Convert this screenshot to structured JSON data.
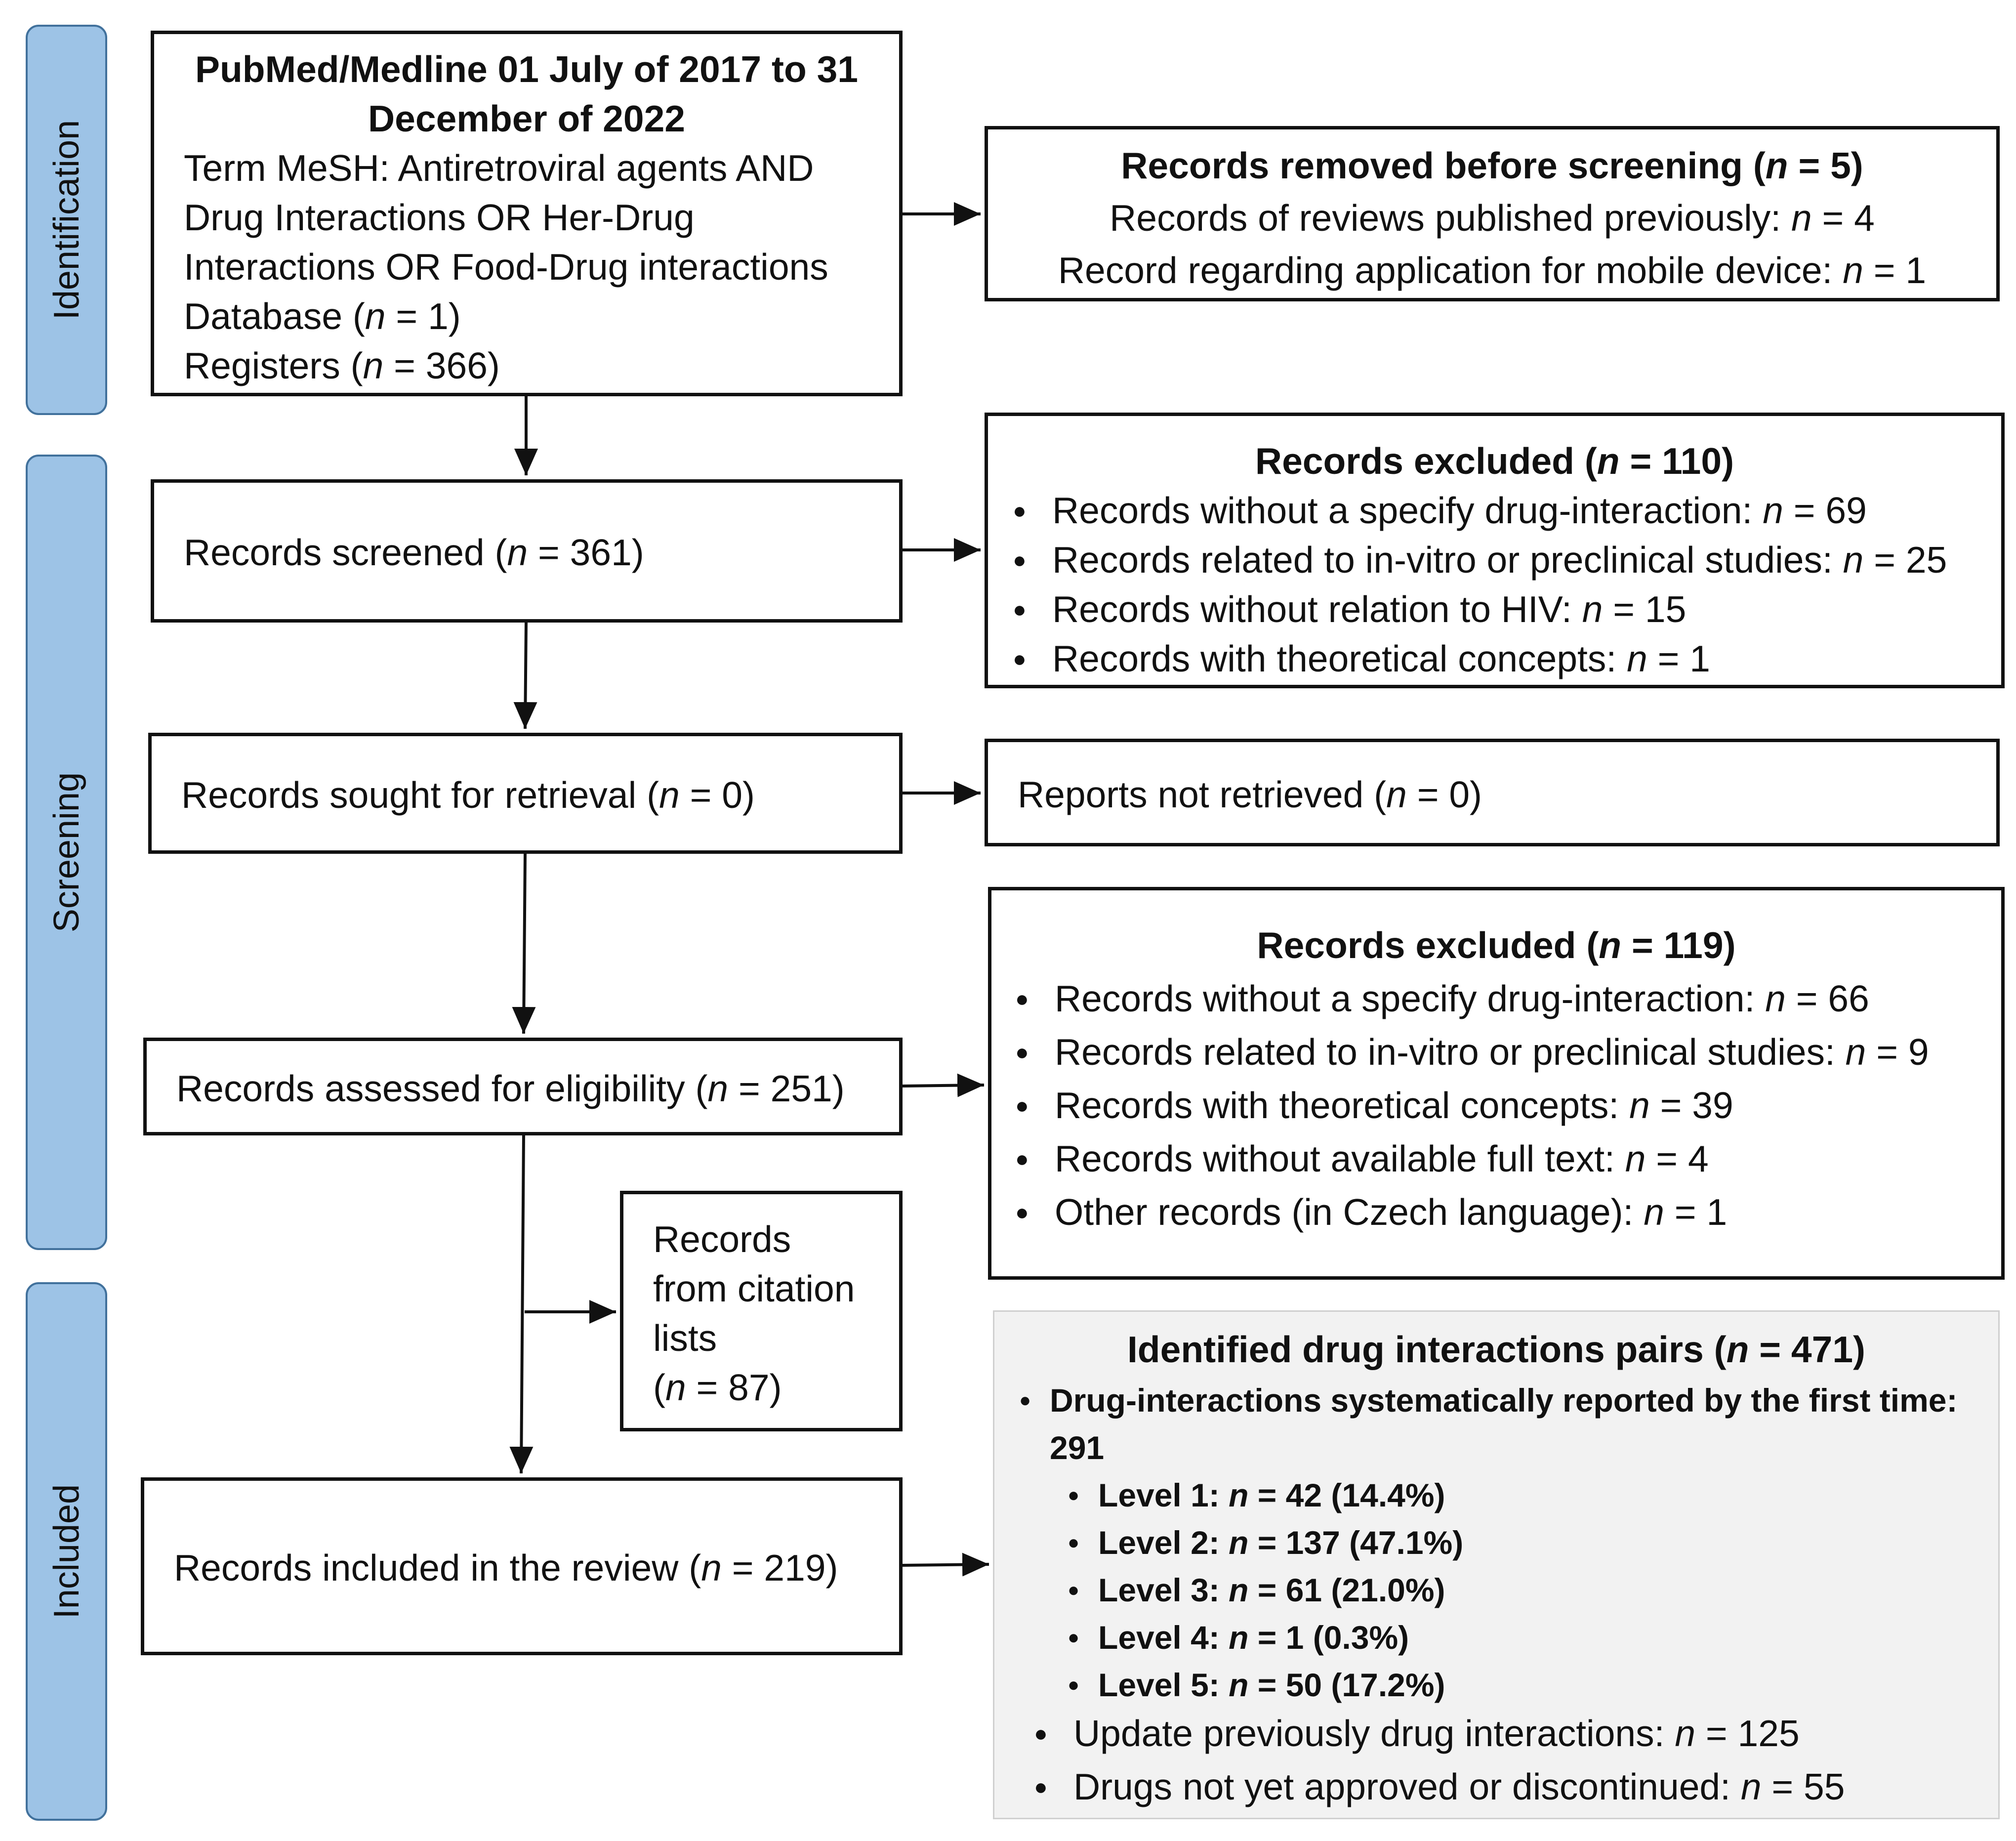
{
  "phases": {
    "identification": "Identification",
    "screening": "Screening",
    "included": "Included"
  },
  "identification_box": {
    "title_line1": "PubMed/Medline 01 July of 2017 to 31",
    "title_line2": "December of 2022",
    "line1": "Term MeSH: Antiretroviral agents AND",
    "line2": "Drug Interactions OR Her-Drug",
    "line3": "Interactions OR Food-Drug interactions",
    "database": "Database (n = 1)",
    "registers": "Registers (n = 366)"
  },
  "removed_box": {
    "title": "Records removed before screening (n = 5)",
    "line1": "Records of reviews published previously: n = 4",
    "line2": "Record regarding application for mobile device: n = 1"
  },
  "screened_box": {
    "text": "Records screened (n = 361)"
  },
  "excluded_box_1": {
    "title": "Records excluded (n = 110)",
    "items": [
      "Records without a specify drug-interaction: n = 69",
      "Records related to in-vitro or preclinical studies: n = 25",
      "Records without relation to HIV: n = 15",
      "Records with theoretical concepts: n = 1"
    ]
  },
  "sought_box": {
    "text": "Records sought for retrieval (n = 0)"
  },
  "not_retrieved_box": {
    "text": "Reports not retrieved (n = 0)"
  },
  "eligibility_box": {
    "text": "Records assessed for eligibility (n = 251)"
  },
  "excluded_box_2": {
    "title": "Records excluded (n = 119)",
    "items": [
      "Records without a specify drug-interaction: n = 66",
      "Records related to in-vitro or preclinical studies: n = 9",
      "Records with theoretical concepts: n = 39",
      "Records without available full text: n = 4",
      "Other records (in Czech language): n = 1"
    ]
  },
  "citation_box": {
    "line1": "Records",
    "line2": "from citation",
    "line3": "lists",
    "line4": "(n = 87)"
  },
  "included_box": {
    "text": "Records included in the review (n = 219)"
  },
  "pairs_box": {
    "title": "Identified drug interactions pairs (n = 471)",
    "first_time_line1": "Drug-interactions systematically reported by the first time:",
    "first_time_line2": "291",
    "levels": [
      "Level 1: n = 42 (14.4%)",
      "Level 2: n = 137 (47.1%)",
      "Level 3: n = 61 (21.0%)",
      "Level 4: n = 1 (0.3%)",
      "Level 5: n = 50 (17.2%)"
    ],
    "update": "Update previously drug interactions: n = 125",
    "not_approved": "Drugs not yet approved or discontinued: n = 55"
  },
  "colors": {
    "phase_fill": "#9dc3e6",
    "phase_border": "#41719c",
    "pairs_fill": "#f2f2f2"
  }
}
